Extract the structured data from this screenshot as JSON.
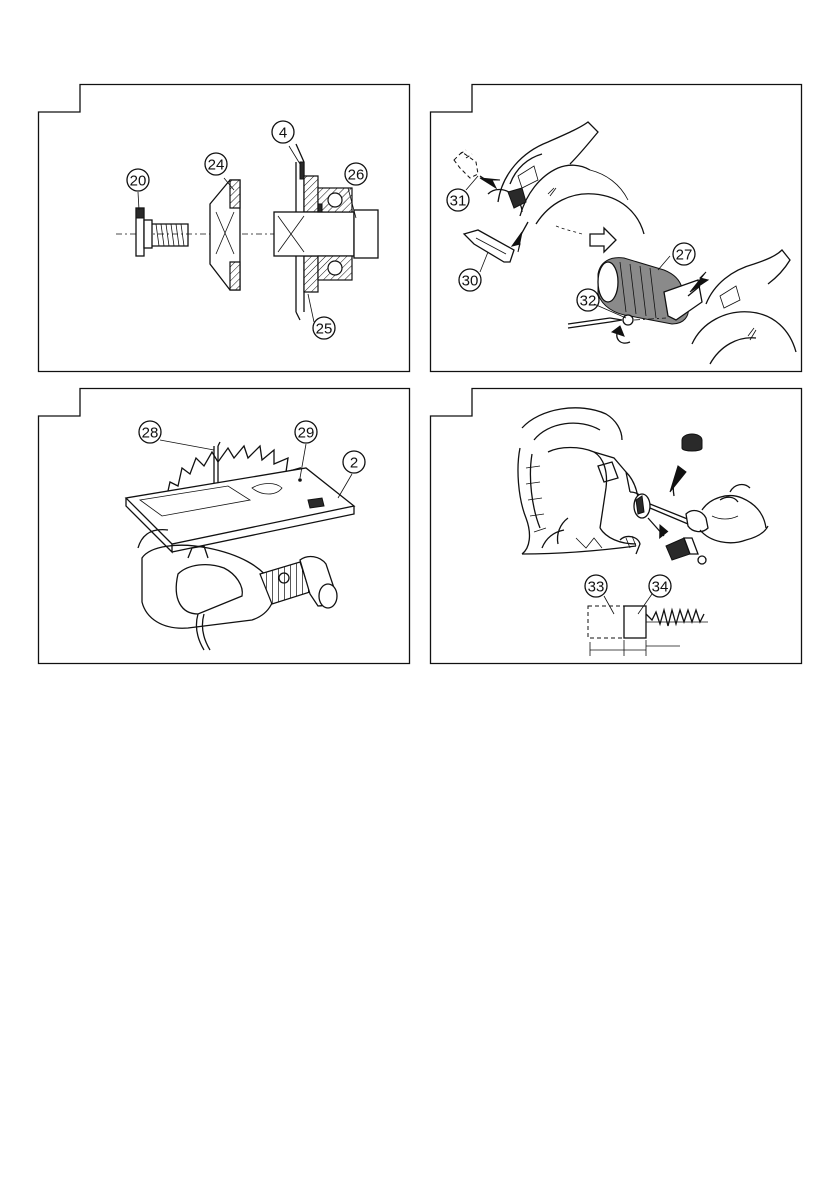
{
  "figures": [
    {
      "id": "exploded-blade-assembly",
      "callouts": [
        "20",
        "24",
        "4",
        "26",
        "25"
      ]
    },
    {
      "id": "saw-cover-removal",
      "callouts": [
        "31",
        "30",
        "27",
        "32"
      ]
    },
    {
      "id": "base-blade-alignment",
      "callouts": [
        "28",
        "29",
        "2"
      ]
    },
    {
      "id": "carbon-brush-replacement",
      "callouts": [
        "33",
        "34"
      ]
    }
  ]
}
